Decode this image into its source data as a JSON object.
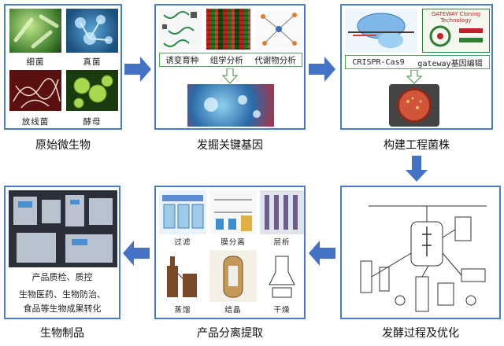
{
  "stages": [
    {
      "label": "原始微生物",
      "captions": [
        "细菌",
        "真菌",
        "放线菌",
        "酵母"
      ]
    },
    {
      "label": "发掘关键基因",
      "captions": [
        "诱变育种",
        "组学分析",
        "代谢物分析"
      ]
    },
    {
      "label": "构建工程菌株",
      "captions": [
        "CRISPR-Cas9",
        "gateway基因编辑"
      ],
      "logo_text": "GATEWAY Cloning Technology"
    },
    {
      "label": "发酵过程及优化"
    },
    {
      "label": "产品分离提取",
      "captions": [
        "过滤",
        "膜分离",
        "层析",
        "蒸馏",
        "结晶",
        "干燥"
      ]
    },
    {
      "label": "生物制品",
      "lines": [
        "产品质检、质控",
        "生物医药、生物防治、",
        "食品等生物成果转化"
      ]
    }
  ],
  "colors": {
    "panel_border": "#4a7ec2",
    "arrow": "#4472c4",
    "caption_border": "#55a055"
  }
}
